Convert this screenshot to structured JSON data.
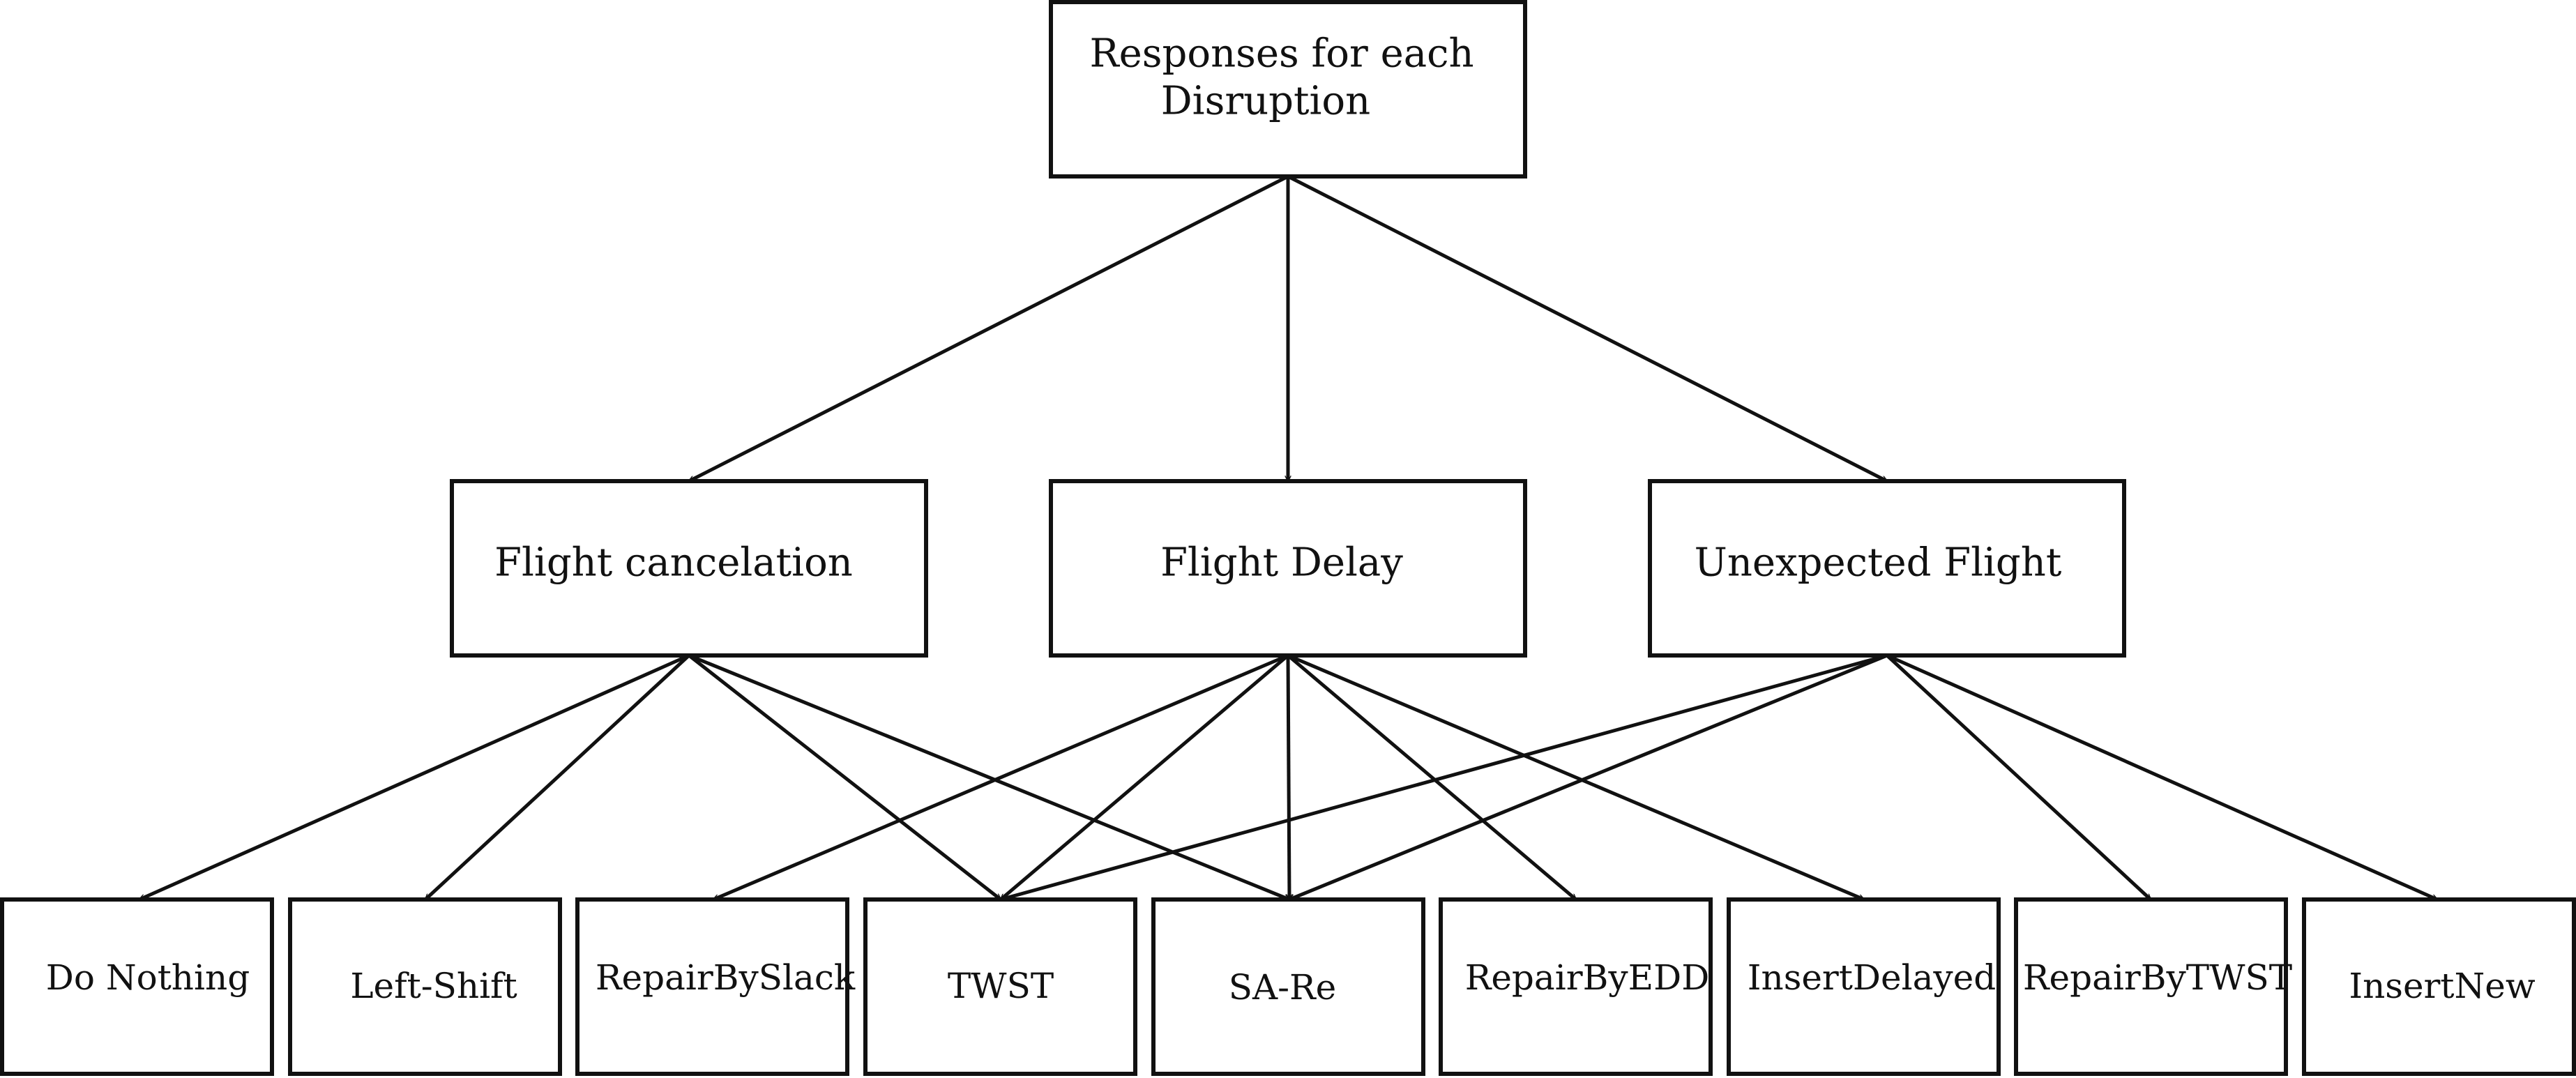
{
  "diagram": {
    "root": {
      "id": "root",
      "label_lines": [
        "Responses for each",
        "Disruption"
      ]
    },
    "disruptions": [
      {
        "id": "cancel",
        "label": "Flight cancelation"
      },
      {
        "id": "delay",
        "label": "Flight Delay"
      },
      {
        "id": "unexpected",
        "label": "Unexpected Flight"
      }
    ],
    "responses": [
      {
        "id": "donothing",
        "label": "Do Nothing"
      },
      {
        "id": "leftshift",
        "label": "Left-Shift"
      },
      {
        "id": "repairbyslack",
        "label": "RepairBySlack"
      },
      {
        "id": "twst",
        "label": "TWST"
      },
      {
        "id": "sare",
        "label": "SA-Re"
      },
      {
        "id": "repairbyedd",
        "label": "RepairByEDD"
      },
      {
        "id": "insertdelayed",
        "label": "InsertDelayed"
      },
      {
        "id": "repairbytwst",
        "label": "RepairByTWST"
      },
      {
        "id": "insertnew",
        "label": "InsertNew"
      }
    ],
    "edges": [
      [
        "root",
        "cancel"
      ],
      [
        "root",
        "delay"
      ],
      [
        "root",
        "unexpected"
      ],
      [
        "cancel",
        "donothing"
      ],
      [
        "cancel",
        "leftshift"
      ],
      [
        "cancel",
        "twst"
      ],
      [
        "cancel",
        "sare"
      ],
      [
        "delay",
        "repairbyslack"
      ],
      [
        "delay",
        "twst"
      ],
      [
        "delay",
        "sare"
      ],
      [
        "delay",
        "repairbyedd"
      ],
      [
        "delay",
        "insertdelayed"
      ],
      [
        "unexpected",
        "twst"
      ],
      [
        "unexpected",
        "sare"
      ],
      [
        "unexpected",
        "repairbytwst"
      ],
      [
        "unexpected",
        "insertnew"
      ]
    ]
  }
}
